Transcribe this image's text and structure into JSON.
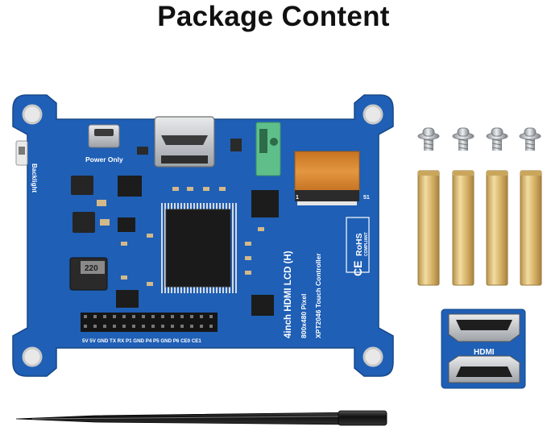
{
  "title": "Package Content",
  "board": {
    "silkscreen_main": "4inch HDMI LCD (H)",
    "silkscreen_pixel": "800x480 Pixel",
    "silkscreen_touch": "XPT2046 Touch Controller",
    "backlight_label": "Backlight",
    "power_label": "Power Only",
    "inductor_label": "220",
    "pin_labels": "5V 5V GND TX RX P1 GND P4 P5 GND P6 CE0 CE1",
    "fpc_pin_first": "1",
    "fpc_pin_last": "51",
    "ce_mark": "CE",
    "rohs_mark": "RoHS",
    "rohs_sub": "COMPLIANT"
  },
  "adapter": {
    "label": "HDMI"
  },
  "colors": {
    "pcb_blue": "#1f5fb5",
    "pcb_dark": "#174a93",
    "brass": "#d6b46a",
    "gold_connector": "#c8a36a",
    "fpc_orange": "#d9882b",
    "jack_green": "#5fbf8a",
    "stylus": "#1a1a1a"
  },
  "icons": [
    "screw-icon",
    "standoff-icon",
    "stylus-icon",
    "hdmi-connector-icon"
  ]
}
